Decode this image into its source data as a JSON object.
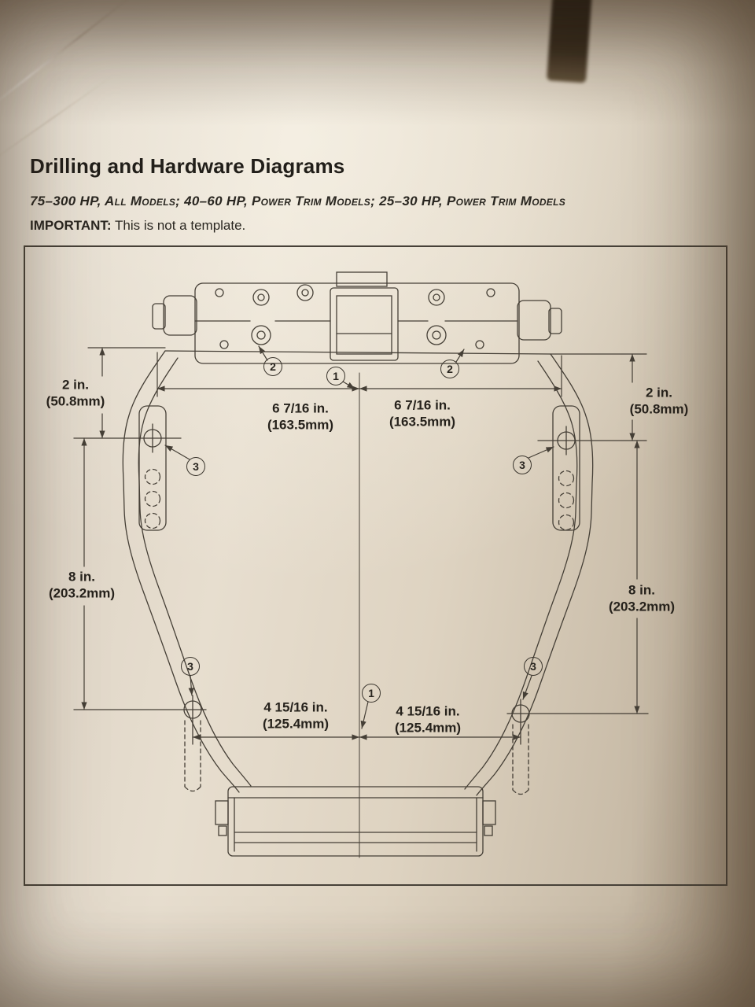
{
  "page": {
    "title": "Drilling and Hardware Diagrams",
    "subtitle": "75–300 HP, All Models; 40–60 HP, Power Trim Models; 25–30 HP, Power Trim Models",
    "important_label": "IMPORTANT:",
    "important_text": "This is not a template."
  },
  "diagram": {
    "callouts": {
      "c1": "1",
      "c2": "2",
      "c3": "3"
    },
    "dims": {
      "top_left": {
        "in": "2 in.",
        "mm": "(50.8mm)"
      },
      "top_right": {
        "in": "2 in.",
        "mm": "(50.8mm)"
      },
      "center_left": {
        "in": "6 7/16 in.",
        "mm": "(163.5mm)"
      },
      "center_right": {
        "in": "6 7/16 in.",
        "mm": "(163.5mm)"
      },
      "side_left": {
        "in": "8 in.",
        "mm": "(203.2mm)"
      },
      "side_right": {
        "in": "8 in.",
        "mm": "(203.2mm)"
      },
      "bottom_left": {
        "in": "4 15/16 in.",
        "mm": "(125.4mm)"
      },
      "bottom_right": {
        "in": "4 15/16 in.",
        "mm": "(125.4mm)"
      }
    },
    "colors": {
      "ink": "#3f3a33",
      "paper": "#e2d8c8"
    }
  }
}
